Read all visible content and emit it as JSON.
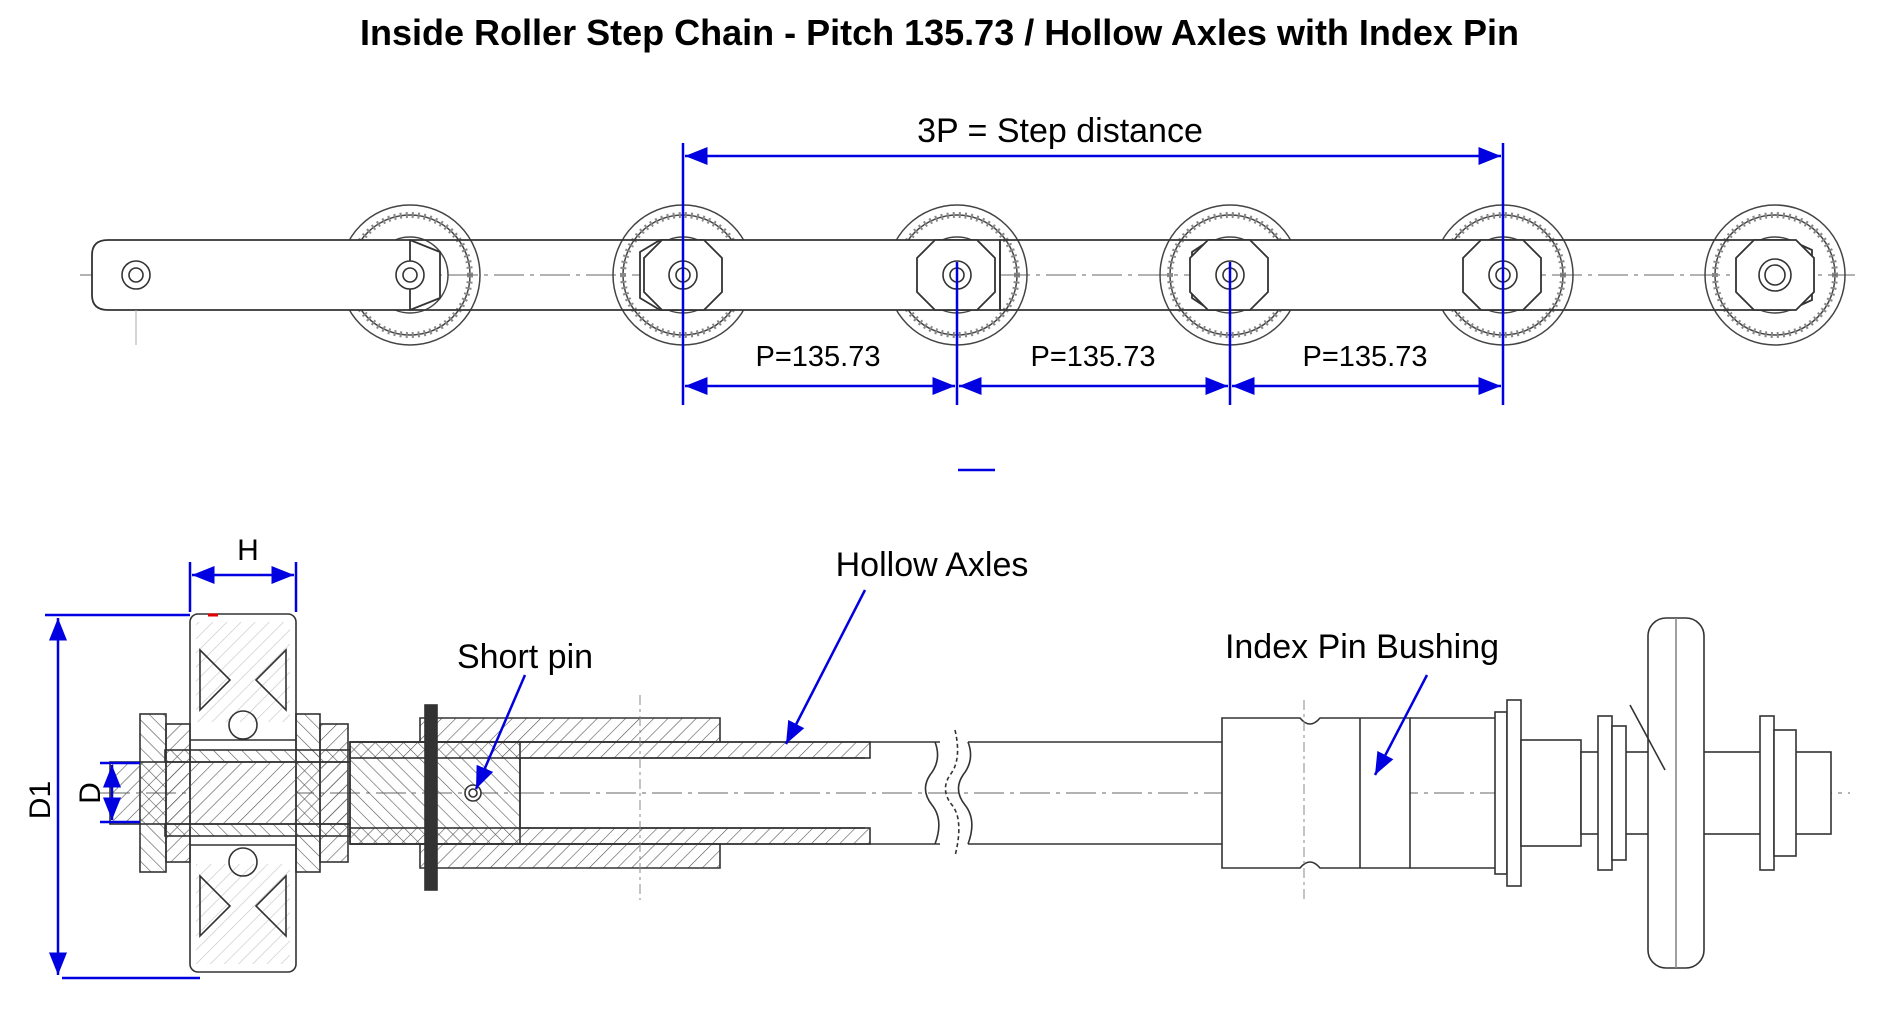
{
  "title": "Inside Roller Step Chain - Pitch 135.73 / Hollow Axles with Index Pin",
  "top_view": {
    "step_distance_label": "3P = Step distance",
    "pitch_labels": [
      "P=135.73",
      "P=135.73",
      "P=135.73"
    ]
  },
  "section_view": {
    "labels": {
      "h": "H",
      "d1": "D1",
      "d": "D",
      "short_pin": "Short pin",
      "hollow_axles": "Hollow Axles",
      "index_pin_bushing": "Index Pin Bushing"
    }
  },
  "colors": {
    "dimension": "#0000e0",
    "drawing": "#333333",
    "title": "#000000"
  }
}
